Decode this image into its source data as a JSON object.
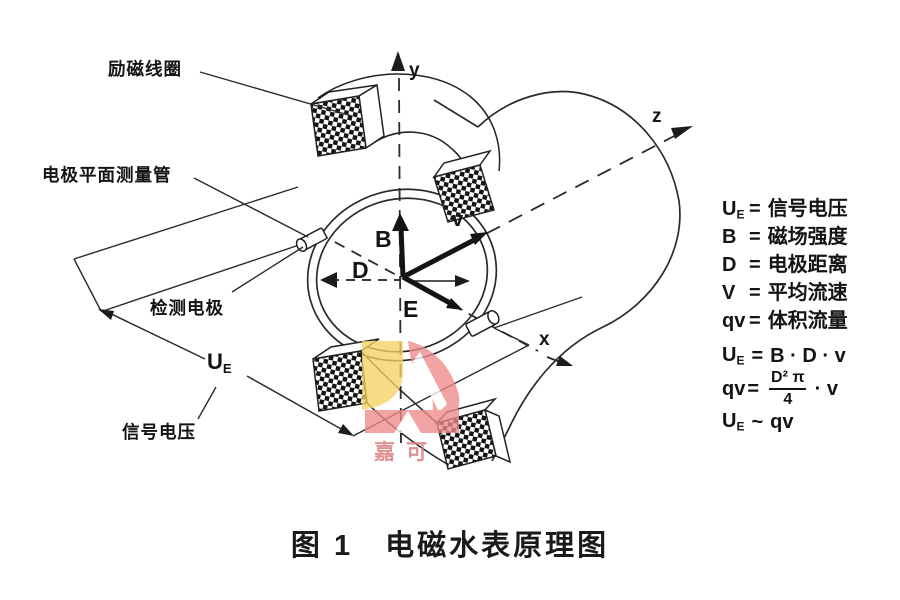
{
  "figure": {
    "caption": "图 1　电磁水表原理图"
  },
  "diagram": {
    "labels": {
      "excitation_coil": "励磁线圈",
      "measuring_tube": "电极平面测量管",
      "detection_electrode": "检测电极",
      "signal_voltage": "信号电压"
    },
    "axes": {
      "x": "x",
      "y": "y",
      "z": "z"
    },
    "vectors": {
      "b": "B",
      "d": "D",
      "e": "E",
      "v": "v"
    },
    "ue_symbol": {
      "base": "U",
      "sub": "E"
    }
  },
  "legend": {
    "items": [
      {
        "sym": "U",
        "sub": "E",
        "eq": "=",
        "text": "信号电压"
      },
      {
        "sym": "B",
        "sub": "",
        "eq": "=",
        "text": "磁场强度"
      },
      {
        "sym": "D",
        "sub": "",
        "eq": "=",
        "text": "电极距离"
      },
      {
        "sym": "V",
        "sub": "",
        "eq": "=",
        "text": "平均流速"
      },
      {
        "sym": "qv",
        "sub": "",
        "eq": "=",
        "text": "体积流量"
      }
    ]
  },
  "formulas": {
    "f1": {
      "lhs": "U",
      "lhs_sub": "E",
      "eq": "=",
      "rhs": "B · D · v"
    },
    "f2": {
      "lhs": "qv",
      "eq": "=",
      "num": "D² π",
      "den": "4",
      "suffix": "· v"
    },
    "f3": {
      "lhs": "U",
      "lhs_sub": "E",
      "rel": "~",
      "rhs": "qv"
    }
  },
  "watermark": {
    "text": "嘉可"
  },
  "colors": {
    "ink": "#1c1c1c",
    "watermark_red": "#ef8b8b",
    "watermark_yellow": "#f6d263",
    "watermark_text": "#d98080"
  }
}
